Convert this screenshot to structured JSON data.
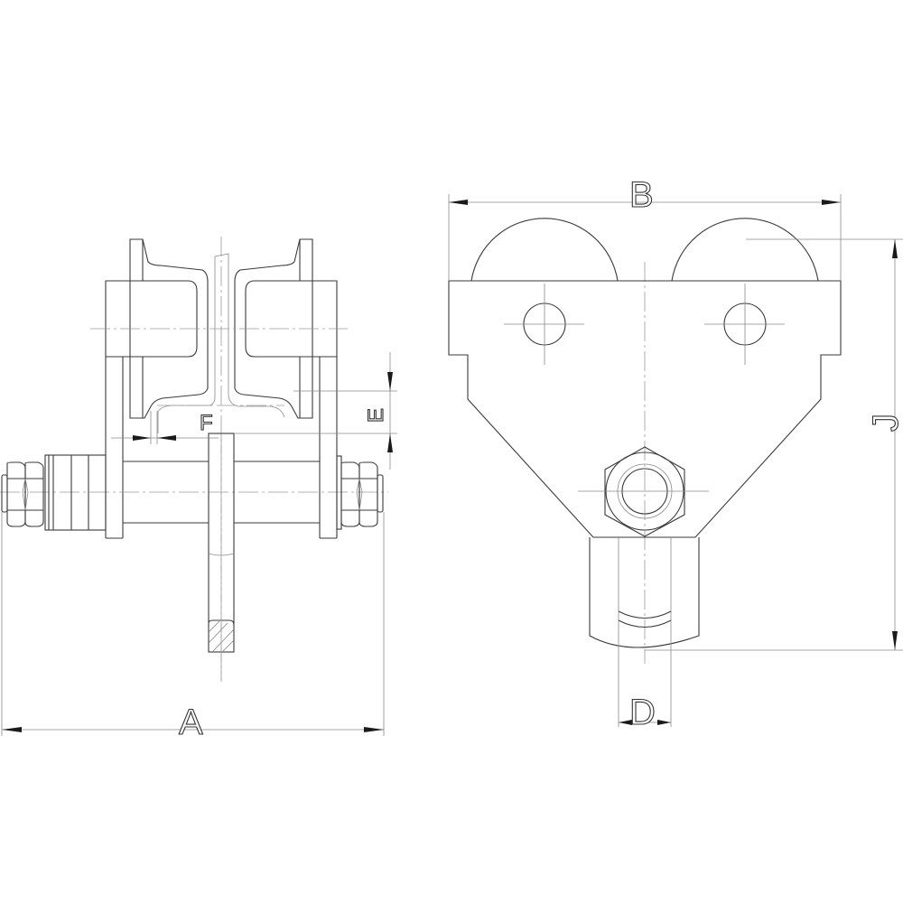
{
  "drawing": {
    "subject": "Beam trolley technical drawing",
    "views": [
      {
        "name": "side-view",
        "description": "Trolley side view with wheels on I-beam flange, axle with nuts and hanging bar"
      },
      {
        "name": "front-view",
        "description": "Trolley front view with two wheels, side plate and suspension eye"
      }
    ]
  },
  "dimensions": {
    "A": {
      "label": "A",
      "meaning": "overall width across axle nuts"
    },
    "B": {
      "label": "B",
      "meaning": "overall length of side plate"
    },
    "D": {
      "label": "D",
      "meaning": "suspension eye hole diameter"
    },
    "E": {
      "label": "E",
      "meaning": "clearance below flange"
    },
    "F": {
      "label": "F",
      "meaning": "flange gap"
    },
    "J": {
      "label": "J",
      "meaning": "overall height from wheel top to eye bottom"
    }
  },
  "colors": {
    "line": "#3a3a3a",
    "thin_line": "#8a8a8a",
    "arrow": "#1a1a1a",
    "background": "#ffffff"
  }
}
